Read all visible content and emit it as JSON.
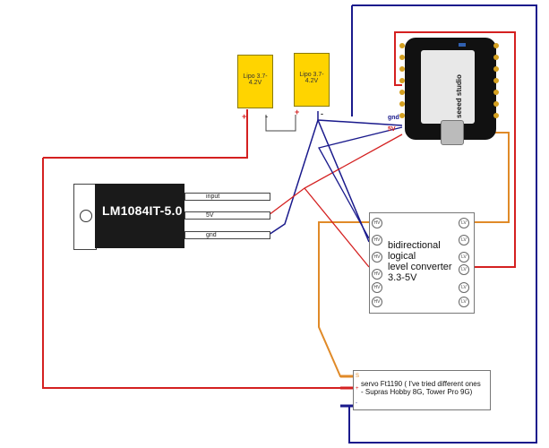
{
  "batteries": [
    {
      "label": "Lipo 3.7-4.2V",
      "plus": "+",
      "minus": "-"
    },
    {
      "label": "Lipo 3.7-4.2V",
      "plus": "+",
      "minus": "-"
    }
  ],
  "regulator": {
    "label": "LM1084IT-5.0",
    "pins": [
      "input",
      "5V",
      "gnd"
    ]
  },
  "xiao": {
    "brand": "seeed studio",
    "gnd_label": "gnd",
    "v5_label": "5V"
  },
  "level_converter": {
    "lines": [
      "bidirectional",
      "logical",
      "level converter",
      "3.3-5V"
    ],
    "left_pads": [
      "HV",
      "HV",
      "HV",
      "HV",
      "HV",
      "HV"
    ],
    "right_pads": [
      "LV",
      "LV",
      "LV",
      "LV",
      "LV",
      "LV"
    ]
  },
  "servo": {
    "lines": [
      "servo Ft1190 ( I've tried different ones",
      " - Supras Hobby 8G, Tower Pro 9G)"
    ],
    "pin_labels": [
      "S",
      "+",
      "-"
    ]
  },
  "colors": {
    "red_wire": "#d42020",
    "navy_wire": "#1a1a8c",
    "orange_wire": "#e08a28",
    "battery": "#ffd400"
  }
}
